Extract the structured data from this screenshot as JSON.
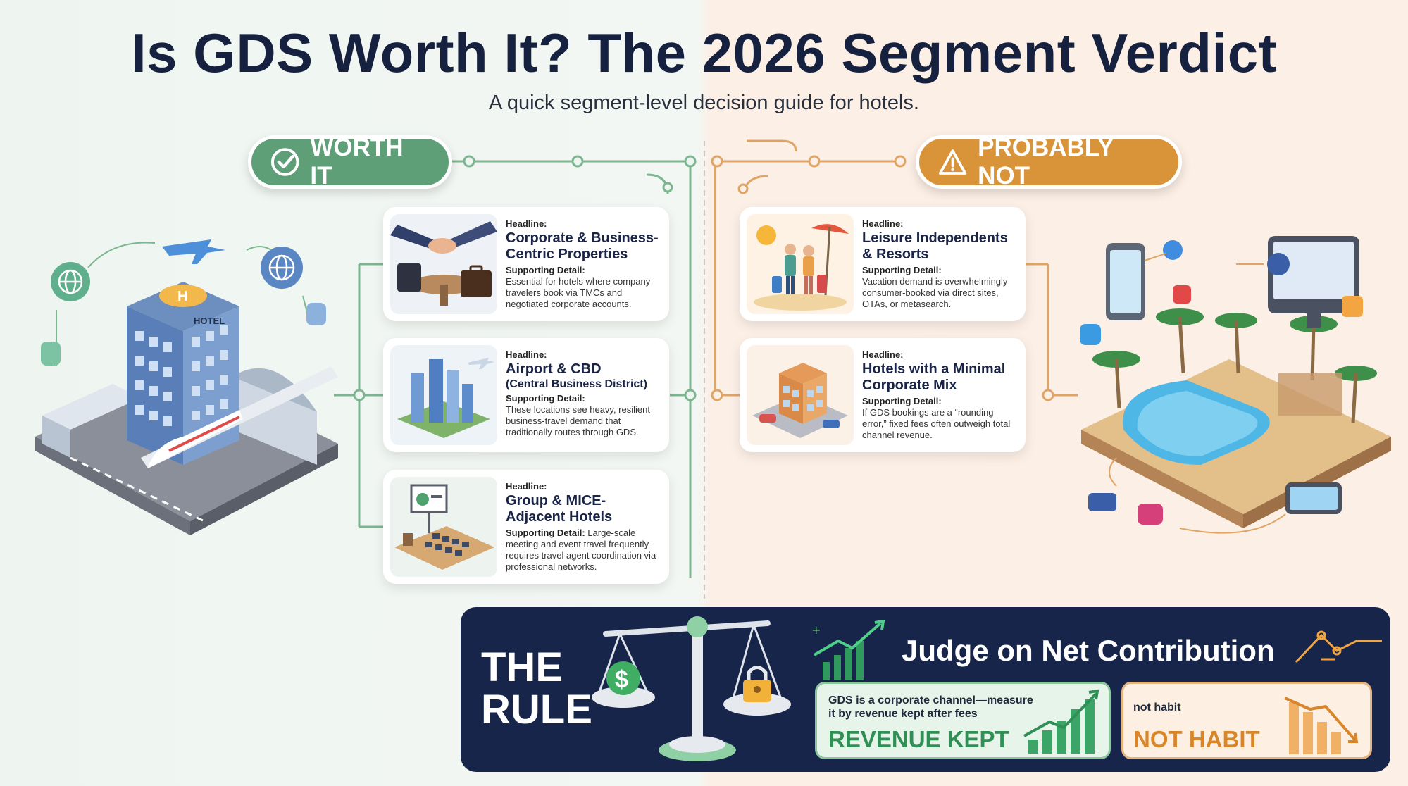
{
  "title": "Is GDS Worth It? The 2026 Segment Verdict",
  "subtitle": "A quick segment-level decision guide for hotels.",
  "worth_it": {
    "label": "WORTH IT",
    "cards": [
      {
        "headline_label": "Headline:",
        "headline": "Corporate & Business-Centric Properties",
        "sub": "",
        "detail_label": "Supporting Detail:",
        "detail": "Essential for hotels where company travelers book via TMCs and negotiated corporate accounts."
      },
      {
        "headline_label": "Headline:",
        "headline": "Airport & CBD",
        "sub": "(Central Business District)",
        "detail_label": "Supporting Detail:",
        "detail": "These locations see heavy, resilient business-travel demand that traditionally routes through GDS."
      },
      {
        "headline_label": "Headline:",
        "headline": "Group & MICE-Adjacent Hotels",
        "sub": "",
        "detail_label": "Supporting Detail:",
        "detail": "Large-scale meeting and event travel frequently requires travel agent coordination via professional networks."
      }
    ]
  },
  "probably_not": {
    "label": "PROBABLY NOT",
    "cards": [
      {
        "headline_label": "Headline:",
        "headline": "Leisure Independents & Resorts",
        "sub": "",
        "detail_label": "Supporting Detail:",
        "detail": "Vacation demand is overwhelmingly consumer-booked via direct sites, OTAs, or metasearch."
      },
      {
        "headline_label": "Headline:",
        "headline": "Hotels with a Minimal Corporate Mix",
        "sub": "",
        "detail_label": "Supporting Detail:",
        "detail": "If GDS bookings are a “rounding error,” fixed fees often outweigh total channel revenue."
      }
    ]
  },
  "rule": {
    "word1": "THE",
    "word2": "RULE",
    "heading": "Judge on Net Contribution",
    "green_small": "GDS is a corporate channel—measure it by revenue kept after fees",
    "green_big": "REVENUE KEPT",
    "orange_small": "not habit",
    "orange_big": "NOT HABIT"
  },
  "illustration_text": {
    "hotel_sign": "HOTEL",
    "helipad": "H",
    "dollar": "$"
  },
  "colors": {
    "navy": "#16213f",
    "green": "#5f9f78",
    "orange": "#d99439",
    "panel": "#17254a"
  }
}
